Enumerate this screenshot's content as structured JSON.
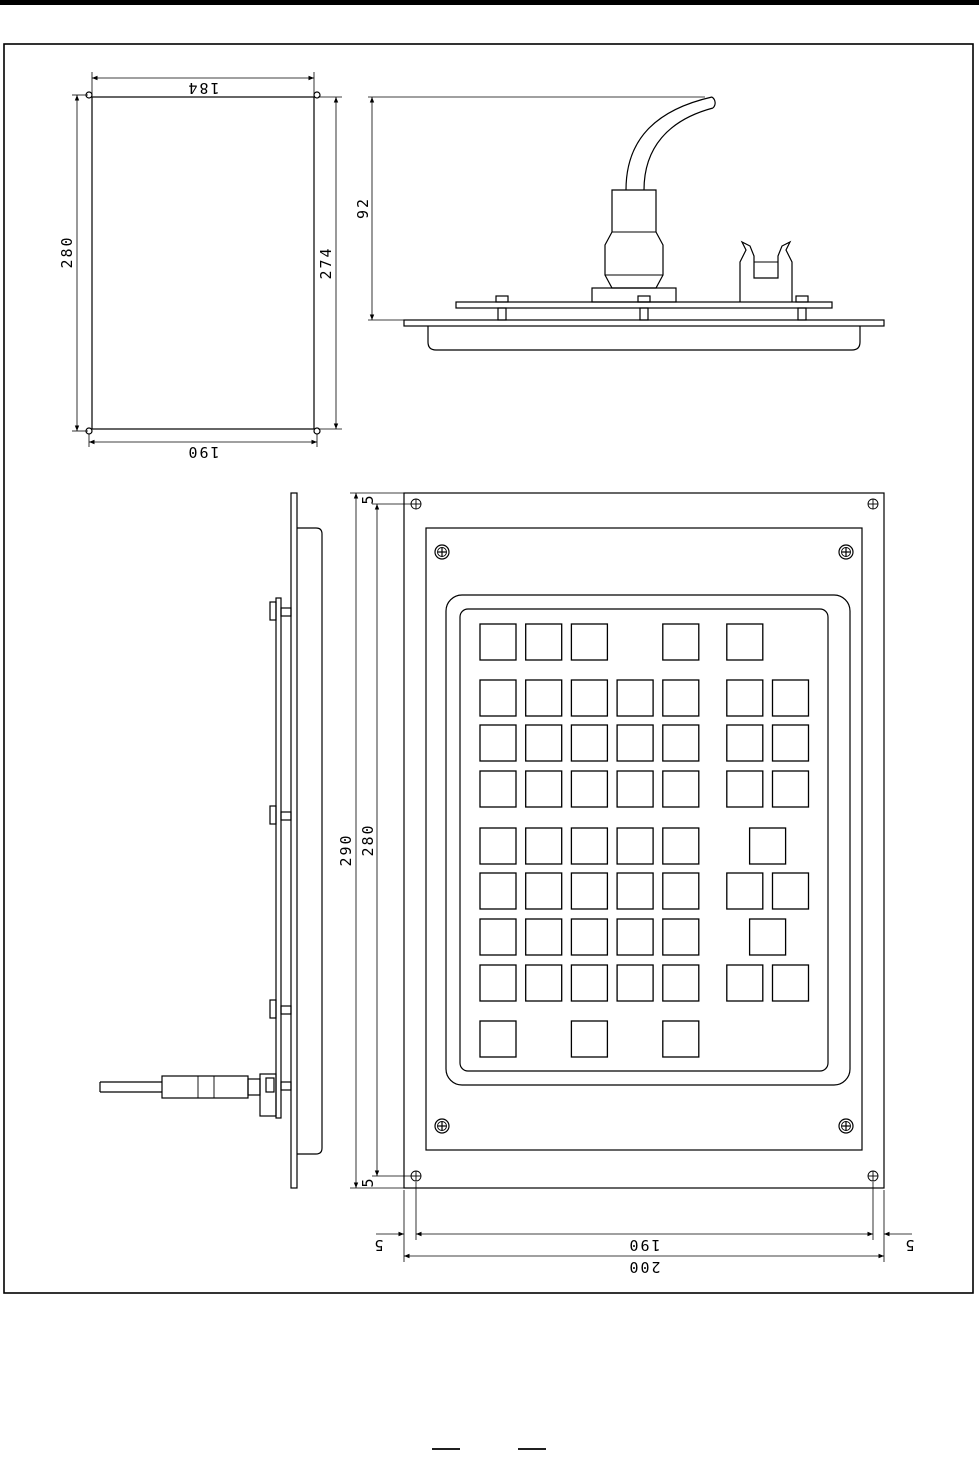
{
  "dimensions": {
    "cutout_top": "184",
    "cutout_left_height": "280",
    "cutout_right_height": "274",
    "cutout_bottom": "190",
    "side_height": "92",
    "front_top_margin": "5",
    "front_bottom_margin": "5",
    "front_total_height": "290",
    "front_hole_height": "280",
    "front_left_margin": "5",
    "front_right_margin": "5",
    "front_hole_width": "190",
    "front_total_width": "200"
  },
  "keypad": {
    "rows": [
      [
        0,
        1,
        2,
        4,
        5.4
      ],
      [
        0,
        1,
        2,
        3,
        4,
        5.4,
        6.4
      ],
      [
        0,
        1,
        2,
        3,
        4,
        5.4,
        6.4
      ],
      [
        0,
        1,
        2,
        3,
        4,
        5.4,
        6.4
      ],
      [
        0,
        1,
        2,
        3,
        4,
        5.9
      ],
      [
        0,
        1,
        2,
        3,
        4,
        5.4,
        6.4
      ],
      [
        0,
        1,
        2,
        3,
        4,
        5.9
      ],
      [
        0,
        1,
        2,
        3,
        4,
        5.4,
        6.4
      ],
      [
        0,
        2,
        4
      ]
    ]
  }
}
